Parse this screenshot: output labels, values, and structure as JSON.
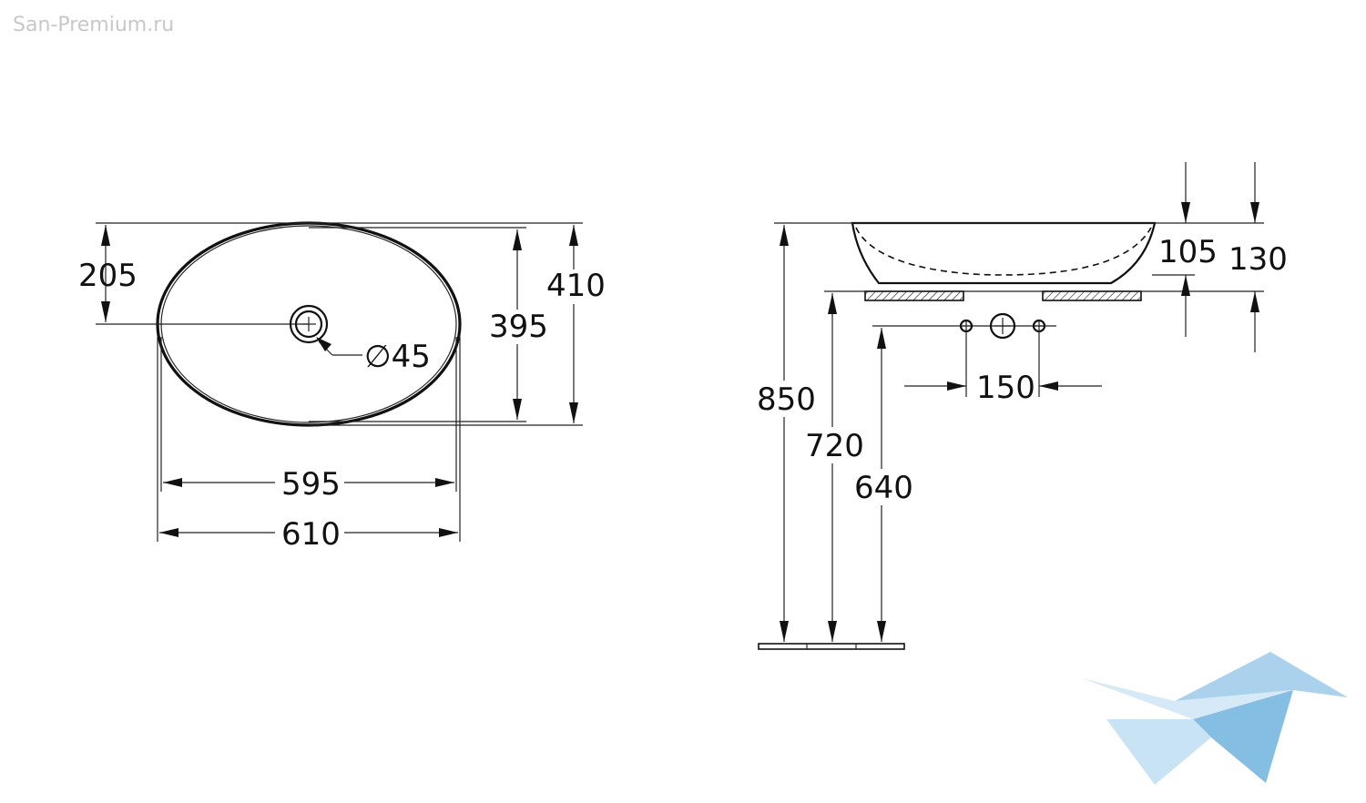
{
  "watermark": "San-Premium.ru",
  "colors": {
    "line": "#111111",
    "logo_light": "#cfe6f5",
    "logo_mid": "#9ccbea",
    "logo_dark": "#6fb3df"
  },
  "top_view": {
    "dim_205": "205",
    "dim_395": "395",
    "dim_410": "410",
    "dim_595": "595",
    "dim_610": "610",
    "drain_diameter": "∅45"
  },
  "side_view": {
    "dim_105": "105",
    "dim_130": "130",
    "dim_150": "150",
    "dim_850": "850",
    "dim_720": "720",
    "dim_640": "640"
  },
  "logo": {
    "icon": "sanpremium-logo-icon"
  }
}
